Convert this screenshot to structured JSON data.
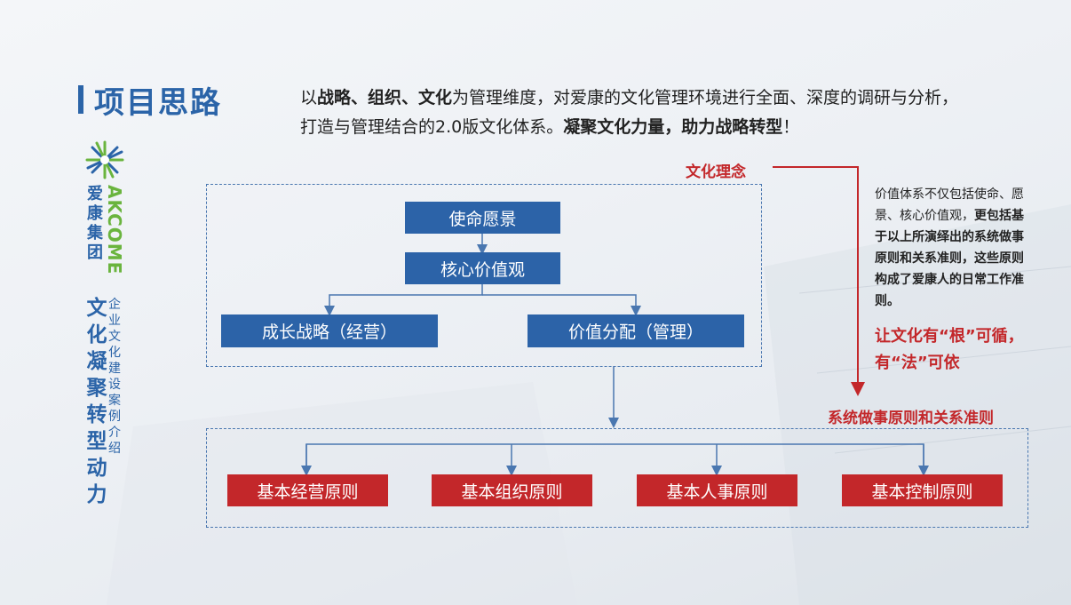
{
  "header": {
    "title": "项目思路",
    "intro": {
      "p1": "以",
      "b1": "战略、组织、文化",
      "p2": "为管理维度，对爱康的文化管理环境进行全面、深度的调研与分析，打造与管理结合的2.0版文化体系。",
      "b2": "凝聚文化力量，助力战略转型",
      "p3": "！"
    }
  },
  "sidebar": {
    "logo_cn": "爱康集团",
    "logo_en": "AKCOME",
    "main_vertical": "文化凝聚转型动力",
    "sub_vertical": "企业文化建设案例介绍"
  },
  "diagram": {
    "culture_label": "文化理念",
    "boxes_blue": {
      "mission": "使命愿景",
      "core": "核心价值观",
      "growth": "成长战略（经营）",
      "value": "价值分配（管理）"
    },
    "system_label": "系统做事原则和关系准则",
    "principles": [
      "基本经营原则",
      "基本组织原则",
      "基本人事原则",
      "基本控制原则"
    ],
    "side_text": {
      "normal": "价值体系不仅包括使命、愿景、核心价值观，",
      "bold": "更包括基于以上所演绎出的系统做事原则和关系准则，这些原则构成了爱康人的日常工作准则。"
    },
    "side_red": "让文化有“根”可循，有“法”可依"
  },
  "colors": {
    "brand_blue": "#2b64a8",
    "box_blue": "#2c63a8",
    "red": "#c3272a",
    "green": "#6ab43e"
  }
}
